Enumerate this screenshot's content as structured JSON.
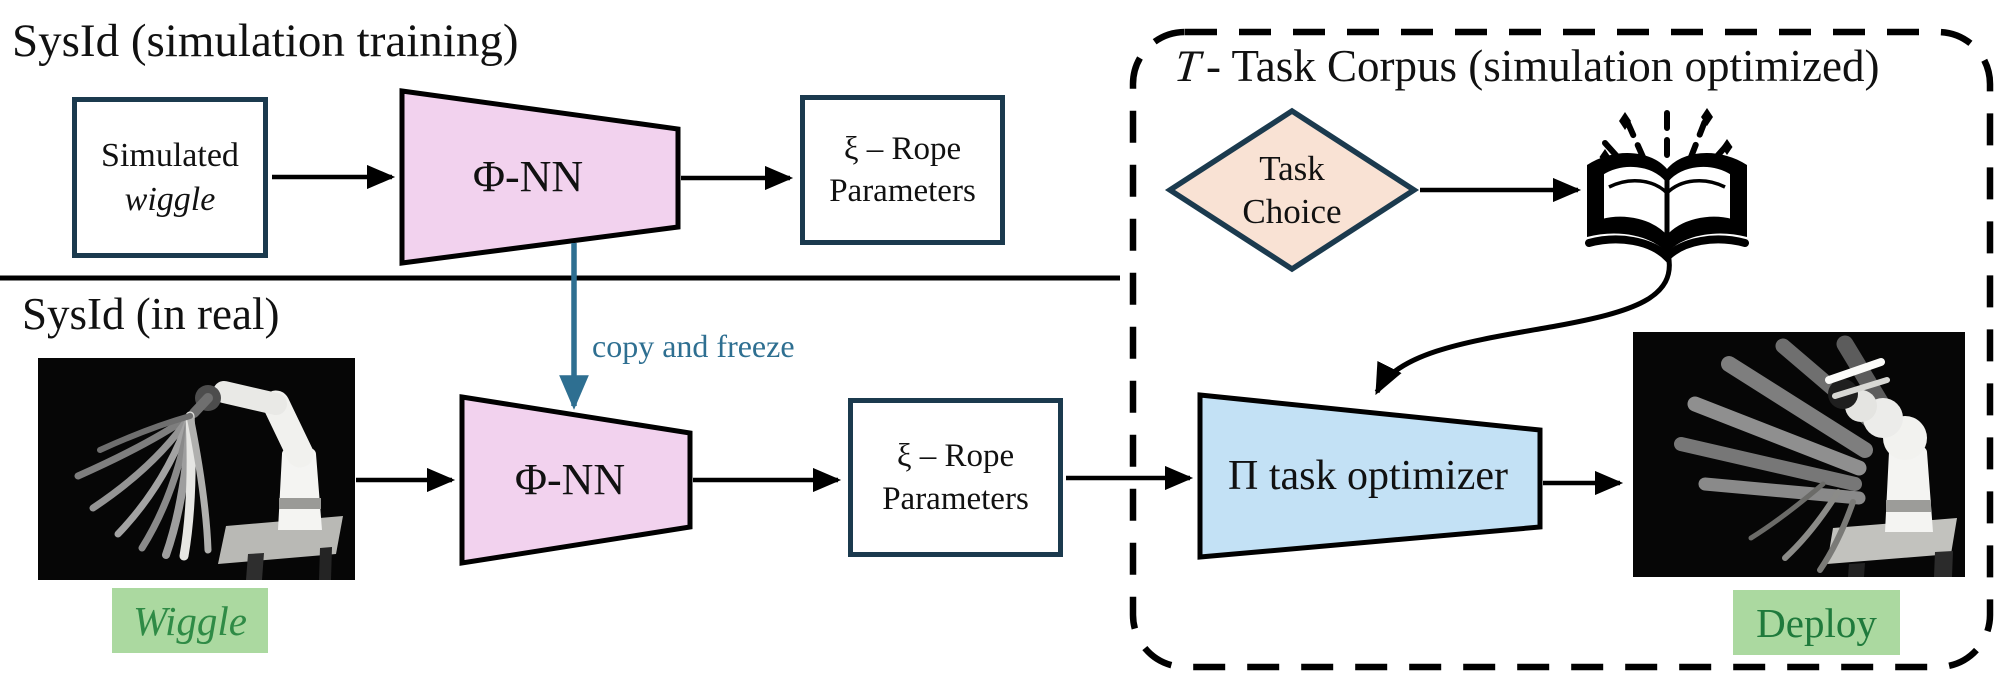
{
  "titles": {
    "sim_training": "SysId (simulation training)",
    "in_real": "SysId (in real)"
  },
  "corpus": {
    "title_prefix": "T",
    "title_rest": "- Task Corpus (simulation optimized)"
  },
  "boxes": {
    "simulated": {
      "line1": "Simulated",
      "line2": "wiggle"
    },
    "phi_nn_top": "Φ-NN",
    "phi_nn_bottom": "Φ-NN",
    "rope_params_top": {
      "line1": "ξ – Rope",
      "line2": "Parameters"
    },
    "rope_params_bottom": {
      "line1": "ξ – Rope",
      "line2": "Parameters"
    },
    "pi_optimizer": "Π task optimizer",
    "task_choice": {
      "line1": "Task",
      "line2": "Choice"
    }
  },
  "annotations": {
    "copy_freeze": "copy and freeze"
  },
  "badges": {
    "wiggle": "Wiggle",
    "deploy": "Deploy"
  },
  "icons": {
    "book": "open-book-icon",
    "sparkles": "sparkles-icon",
    "wiggle_photo": "robot-arm-waving-rope-photo",
    "deploy_photo": "robot-arm-motion-blur-photo"
  },
  "colors": {
    "navy": "#1b3a4e",
    "pink": "#f2d2ee",
    "lightblue": "#c3e1f5",
    "peach": "#f9e2d4",
    "green_bg": "#abd9a0",
    "green_text": "#2f8b46",
    "deploy_text": "#1f7a3c",
    "copy_blue": "#2e6f91",
    "ink": "#111111"
  }
}
